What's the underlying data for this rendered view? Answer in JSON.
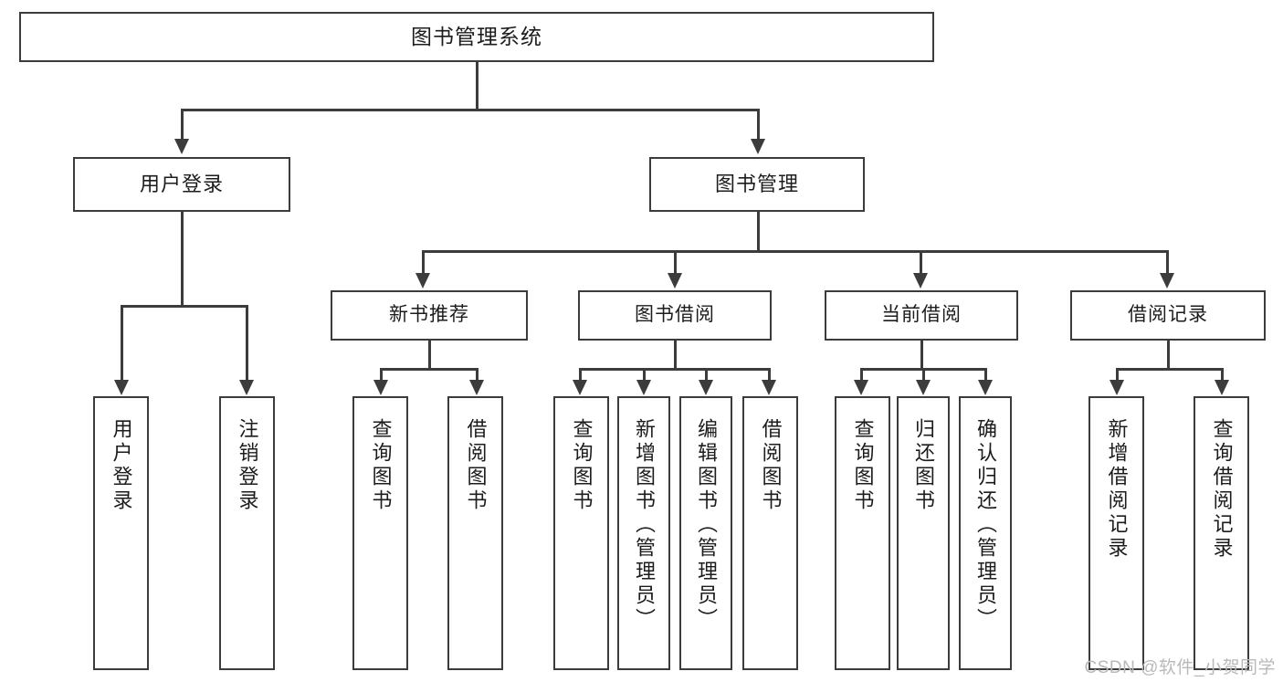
{
  "diagram": {
    "type": "tree",
    "title": "图书管理系统",
    "watermark": "CSDN @软件_小贺同学",
    "colors": {
      "stroke": "#3c3c3c",
      "fill": "#ffffff",
      "text": "#1c1c1c",
      "watermark": "#b9b9b9"
    },
    "root": {
      "label": "图书管理系统"
    },
    "level1": [
      {
        "label": "用户登录"
      },
      {
        "label": "图书管理"
      }
    ],
    "level2": [
      {
        "label": "新书推荐"
      },
      {
        "label": "图书借阅"
      },
      {
        "label": "当前借阅"
      },
      {
        "label": "借阅记录"
      }
    ],
    "leaves": {
      "user_login": [
        {
          "label": "用户登录"
        },
        {
          "label": "注销登录"
        }
      ],
      "new_book_recommend": [
        {
          "label": "查询图书"
        },
        {
          "label": "借阅图书"
        }
      ],
      "book_borrow": [
        {
          "label": "查询图书"
        },
        {
          "label": "新增图书（管理员）"
        },
        {
          "label": "编辑图书（管理员）"
        },
        {
          "label": "借阅图书"
        }
      ],
      "current_borrow": [
        {
          "label": "查询图书"
        },
        {
          "label": "归还图书"
        },
        {
          "label": "确认归还（管理员）"
        }
      ],
      "borrow_record": [
        {
          "label": "新增借阅记录"
        },
        {
          "label": "查询借阅记录"
        }
      ]
    }
  }
}
